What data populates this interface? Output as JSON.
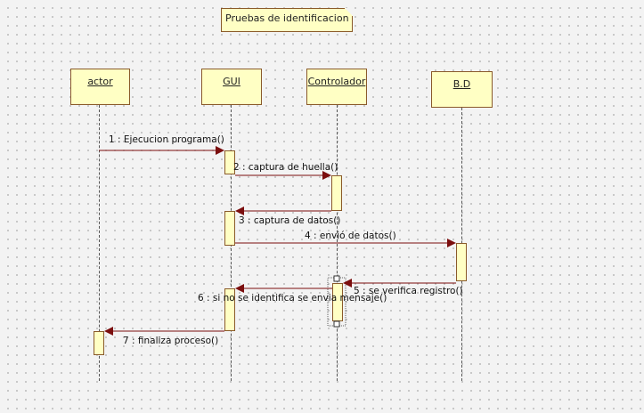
{
  "note": {
    "text": "Pruebas de identificacion"
  },
  "lifelines": [
    {
      "id": "actor",
      "label": "actor"
    },
    {
      "id": "gui",
      "label": "GUI"
    },
    {
      "id": "controlador",
      "label": "Controlador"
    },
    {
      "id": "bd",
      "label": "B.D"
    }
  ],
  "messages": [
    {
      "label": "1 : Ejecucion programa()"
    },
    {
      "label": "2 : captura de huella()"
    },
    {
      "label": "3 : captura de datos()"
    },
    {
      "label": "4 : envió de datos()"
    },
    {
      "label": "5 : se verifica registro()"
    },
    {
      "label": "6 : si no se identifica se envia mensaje()"
    },
    {
      "label": "7 : finaliza proceso()"
    }
  ]
}
